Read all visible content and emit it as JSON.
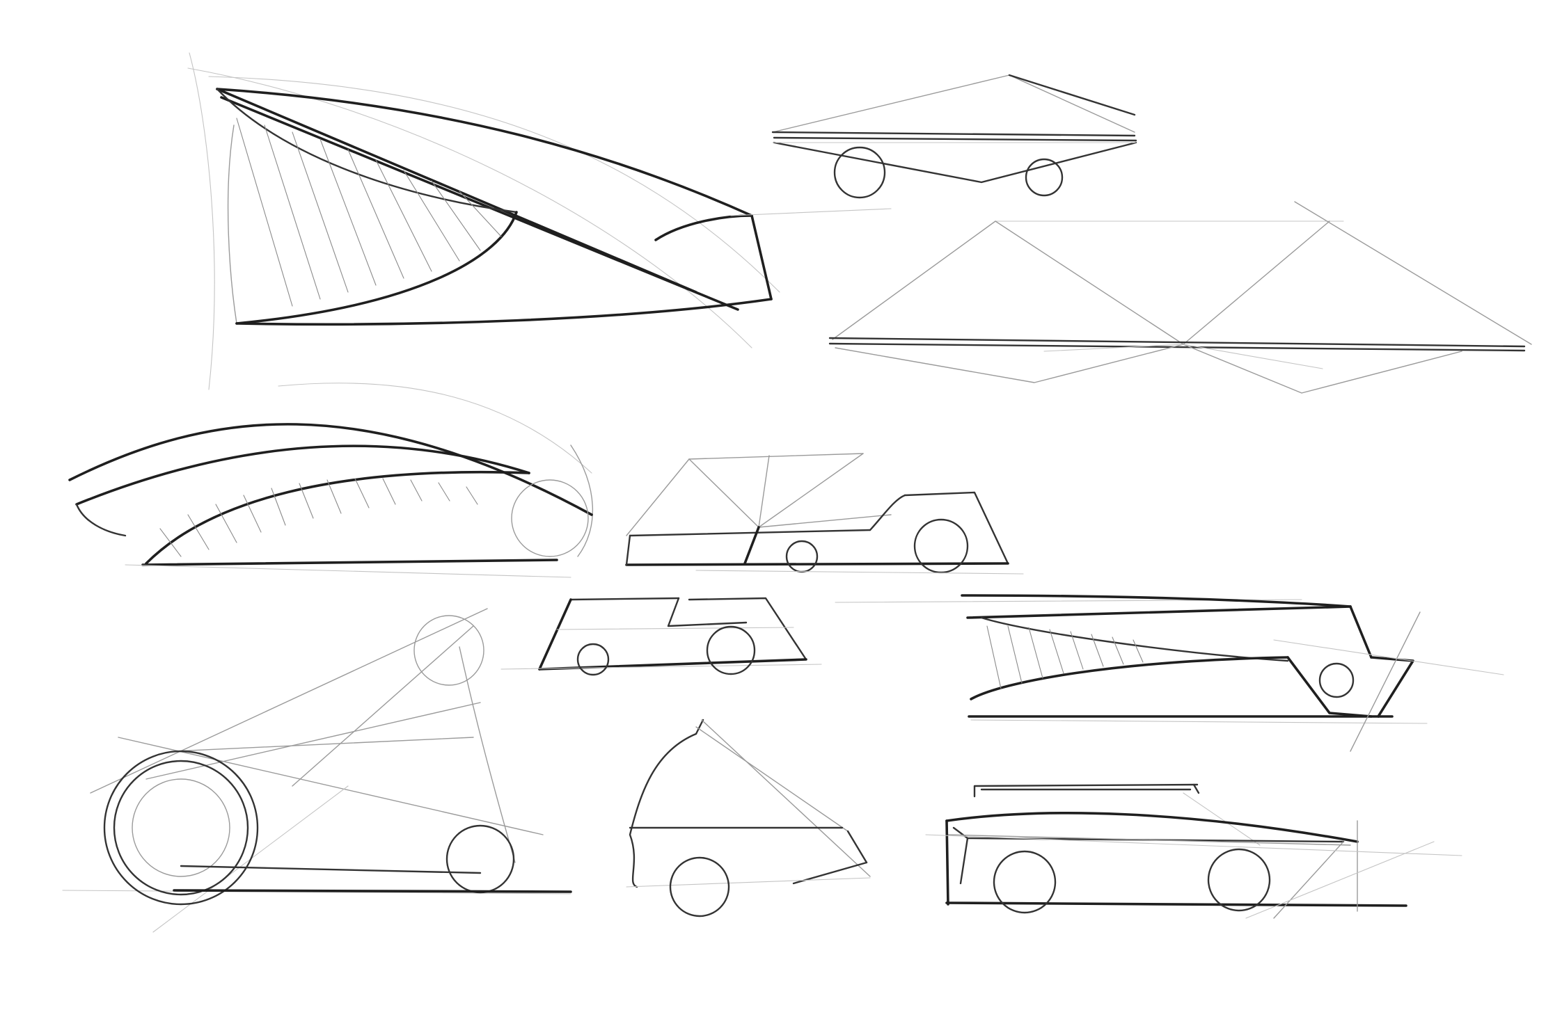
{
  "sheet": {
    "ink_color": "#1f1f1f",
    "guide_color": "#9a9a9a",
    "background_color": "#ffffff",
    "sketches": [
      {
        "id": "wedge-fin"
      },
      {
        "id": "flat-diamond-with-wheels"
      },
      {
        "id": "twin-triangle-wireframe"
      },
      {
        "id": "arched-hatched-wedge"
      },
      {
        "id": "triangle-frame-car"
      },
      {
        "id": "compact-car-outline"
      },
      {
        "id": "hatched-wedge-car"
      },
      {
        "id": "belt-drive-triangle"
      },
      {
        "id": "teardrop-car"
      },
      {
        "id": "boxy-station-wagon"
      }
    ]
  }
}
